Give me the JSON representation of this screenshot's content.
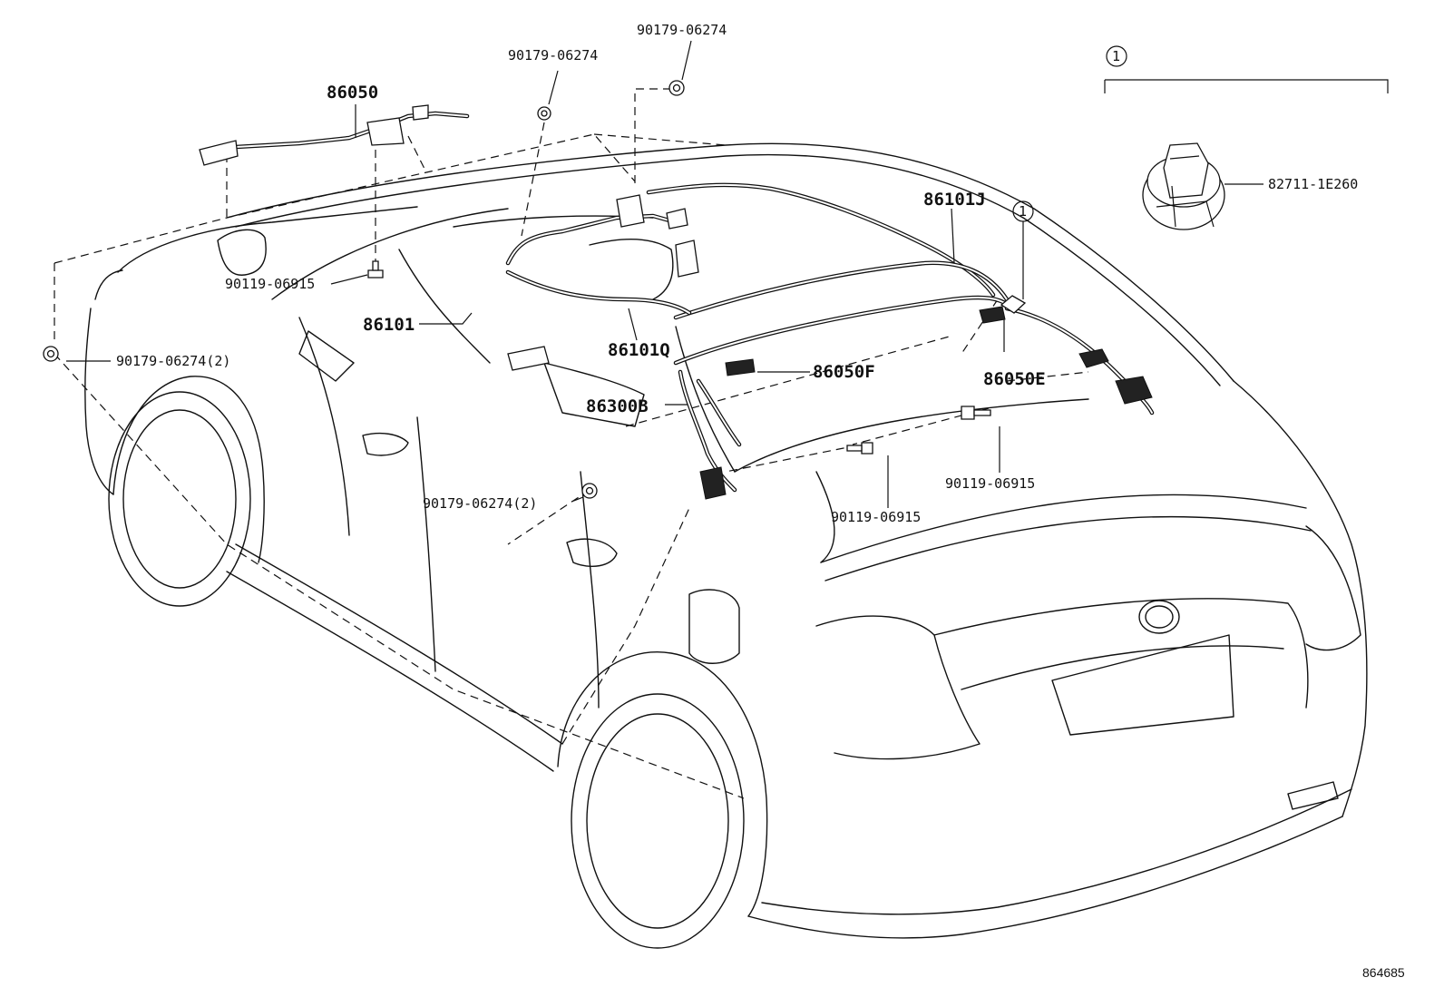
{
  "diagram": {
    "callouts": {
      "p86050": "86050",
      "p90179_top_left": "90179-06274",
      "p90179_top_right": "90179-06274",
      "p90119_upper": "90119-06915",
      "p86101": "86101",
      "p90179_left_2": "90179-06274(2)",
      "p86101q": "86101Q",
      "p86101j": "86101J",
      "p86050f": "86050F",
      "p86050e": "86050E",
      "p86300b": "86300B",
      "p90119_right": "90119-06915",
      "p90119_center": "90119-06915",
      "p90179_center_2": "90179-06274(2)",
      "p82711": "82711-1E260",
      "detail_marker": "1",
      "roof_marker": "1"
    },
    "drawing_number": "864685"
  }
}
